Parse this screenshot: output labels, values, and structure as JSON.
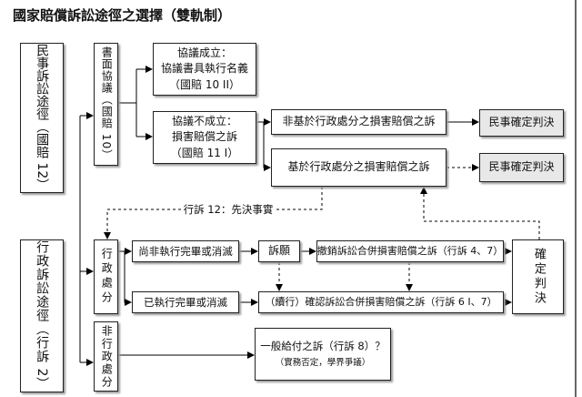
{
  "title": "國家賠償訴訟途徑之選擇（雙軌制）",
  "tracks": {
    "civil": "民事訴訟途徑（國賠 12）",
    "administrative": "行政訴訟途徑（行訴 2）"
  },
  "branches": {
    "written_agreement": "書面協議（國賠 10）",
    "administrative_disposition": "行政處分",
    "non_administrative_disposition": "非行政處分"
  },
  "agreement_reached": {
    "heading": "協議成立：",
    "detail": "協議書具執行名義",
    "citation": "（國賠 10 II）"
  },
  "agreement_failed": {
    "heading": "協議不成立：",
    "detail": "損害賠償之訴",
    "citation": "（國賠 11 I）"
  },
  "civil_suits": {
    "not_based_on_disposition": "非基於行政處分之損害賠償之訴",
    "based_on_disposition": "基於行政處分之損害賠償之訴",
    "judgment_1": "民事確定判決",
    "judgment_2": "民事確定判決"
  },
  "prerequisite_note": "行訴 12：先決事實",
  "administrative_flow": {
    "not_completed": "尚非執行完畢或消滅",
    "appeal": "訴願",
    "revocation_suit": "撤銷訴訟合併損害賠償之訴（行訴 4、7）",
    "completed": "已執行完畢或消滅",
    "confirmation_suit": "（續行）確認訴訟合併損害賠償之訴（行訴 6 I、7）",
    "final_judgment": "確定判決"
  },
  "non_disposition_flow": {
    "general_performance_suit": "一般給付之訴（行訴 8）？",
    "note": "（實務否定，學界爭議）"
  }
}
